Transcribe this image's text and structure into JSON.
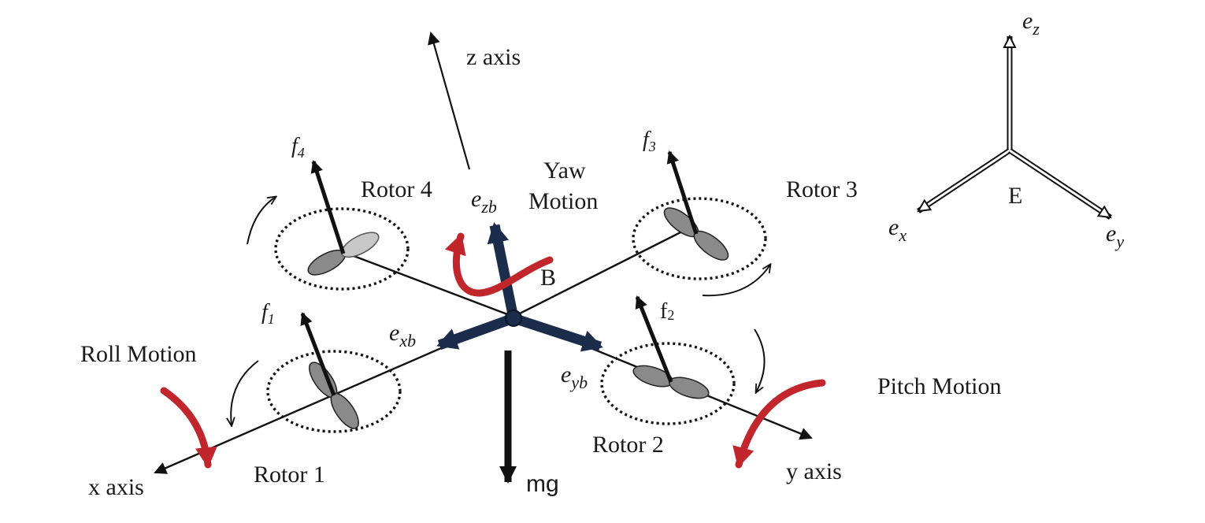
{
  "labels": {
    "z_axis": "z axis",
    "x_axis": "x axis",
    "y_axis": "y axis",
    "rotor_1": "Rotor 1",
    "rotor_2": "Rotor 2",
    "rotor_3": "Rotor 3",
    "rotor_4": "Rotor 4",
    "yaw_line1": "Yaw",
    "yaw_line2": "Motion",
    "roll_motion": "Roll Motion",
    "pitch_motion": "Pitch Motion",
    "body_point": "B",
    "earth_origin": "E",
    "gravity": "mg"
  },
  "forces": {
    "f1": {
      "base": "f",
      "sub": "1"
    },
    "f2": {
      "base": "f",
      "sub": "2"
    },
    "f3": {
      "base": "f",
      "sub": "3"
    },
    "f4": {
      "base": "f",
      "sub": "4"
    }
  },
  "body_axes": {
    "exb": {
      "base": "e",
      "sub": "xb"
    },
    "eyb": {
      "base": "e",
      "sub": "yb"
    },
    "ezb": {
      "base": "e",
      "sub": "zb"
    }
  },
  "earth_axes": {
    "ex": {
      "base": "e",
      "sub": "x"
    },
    "ey": {
      "base": "e",
      "sub": "y"
    },
    "ez": {
      "base": "e",
      "sub": "z"
    }
  },
  "colors": {
    "frame_navy": "#1c2d4c",
    "motion_red": "#c0262c",
    "propeller_gray": "#8a8a8a",
    "line_black": "#111111"
  }
}
